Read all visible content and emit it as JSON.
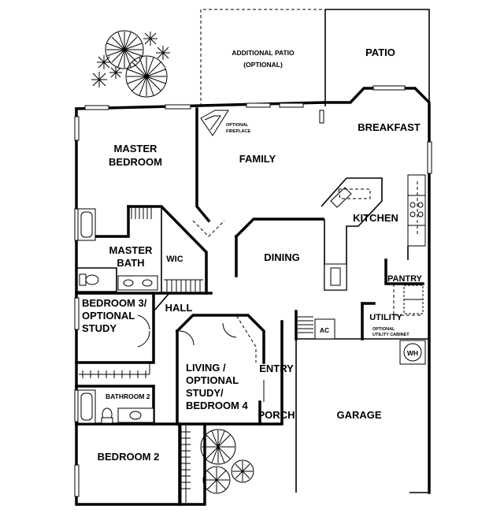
{
  "labels": {
    "additional_patio_1": "ADDITIONAL PATIO",
    "additional_patio_2": "(OPTIONAL)",
    "patio": "PATIO",
    "optional_fireplace_1": "OPTIONAL",
    "optional_fireplace_2": "FIREPLACE",
    "breakfast": "BREAKFAST",
    "master_bedroom_1": "MASTER",
    "master_bedroom_2": "BEDROOM",
    "family": "FAMILY",
    "kitchen": "KITCHEN",
    "master_bath_1": "MASTER",
    "master_bath_2": "BATH",
    "wic": "WIC",
    "dining": "DINING",
    "pantry": "PANTRY",
    "bedroom3_1": "BEDROOM 3/",
    "bedroom3_2": "OPTIONAL",
    "bedroom3_3": "STUDY",
    "hall": "HALL",
    "utility": "UTILITY",
    "optional_cabinet_1": "OPTIONAL",
    "optional_cabinet_2": "UTILITY CABINET",
    "ac": "AC",
    "wh": "WH",
    "living_1": "LIVING /",
    "living_2": "OPTIONAL",
    "living_3": "STUDY/",
    "living_4": "BEDROOM 4",
    "entry": "ENTRY",
    "bathroom2": "BATHROOM 2",
    "porch": "PORCH",
    "garage": "GARAGE",
    "bedroom2": "BEDROOM 2"
  }
}
